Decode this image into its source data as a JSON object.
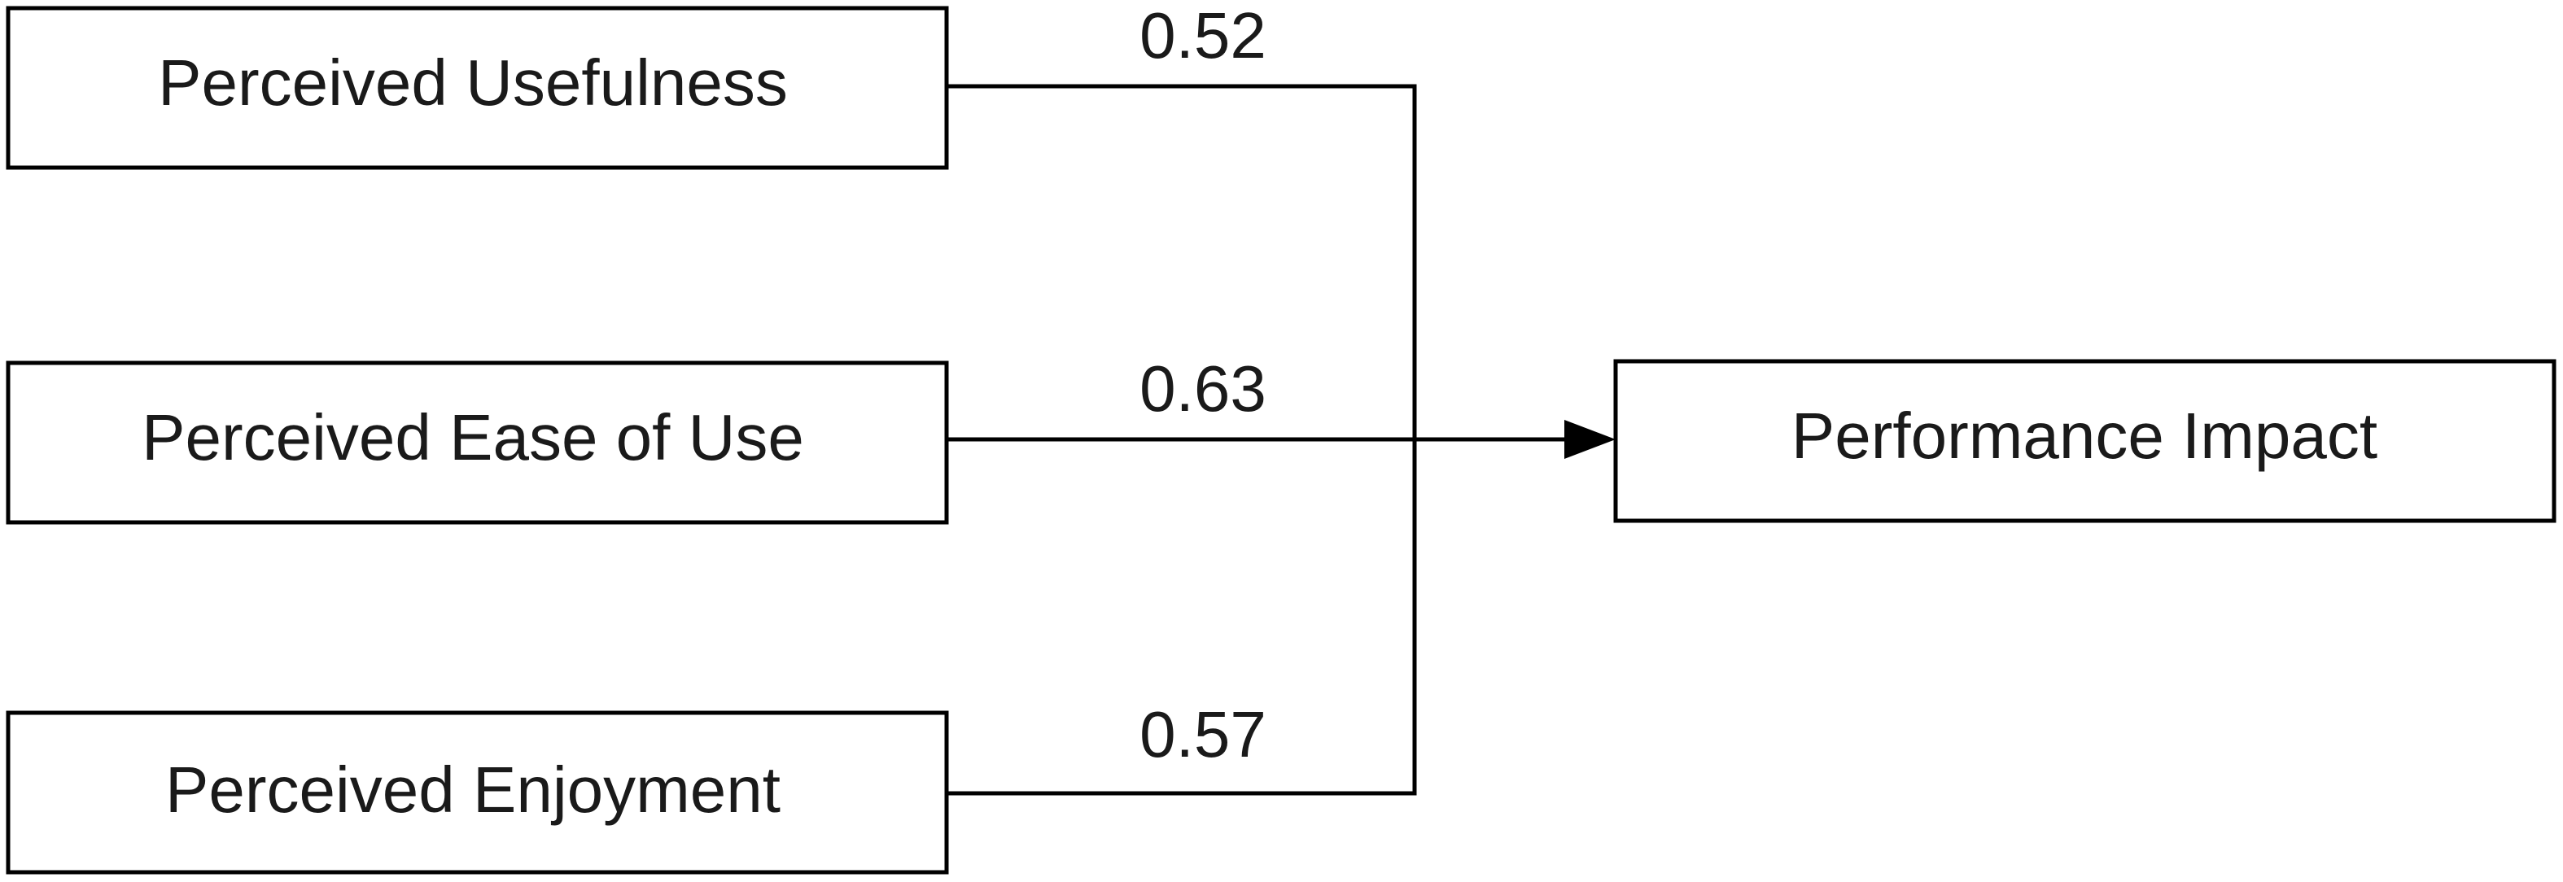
{
  "diagram": {
    "colors": {
      "stroke": "#000000",
      "text": "#1a1a1a",
      "background": "#ffffff"
    },
    "nodes": {
      "usefulness": {
        "label": "Perceived Usefulness"
      },
      "ease_of_use": {
        "label": "Perceived Ease of Use"
      },
      "enjoyment": {
        "label": "Perceived Enjoyment"
      },
      "performance": {
        "label": "Performance Impact"
      }
    },
    "edges": {
      "usefulness_to_performance": {
        "label": "0.52"
      },
      "ease_of_use_to_performance": {
        "label": "0.63"
      },
      "enjoyment_to_performance": {
        "label": "0.57"
      }
    }
  }
}
